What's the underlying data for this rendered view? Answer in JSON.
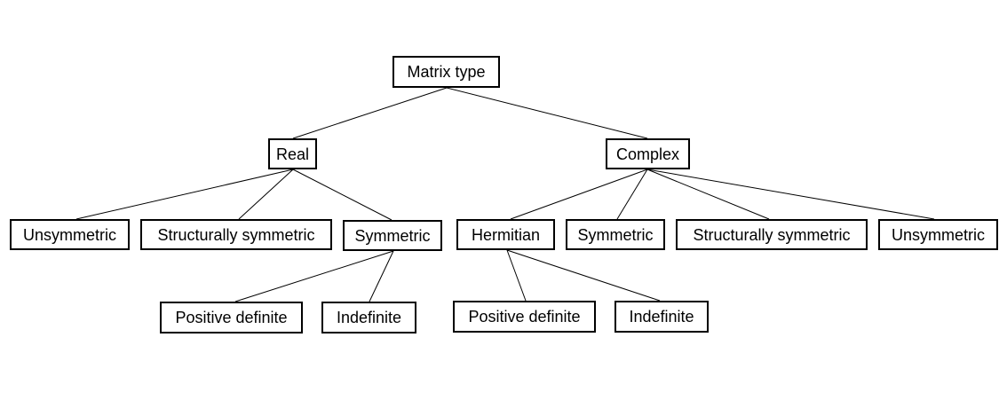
{
  "diagram": {
    "root": {
      "label": "Matrix type"
    },
    "real": {
      "label": "Real",
      "children": {
        "unsymmetric": "Unsymmetric",
        "structurally_symmetric": "Structurally symmetric",
        "symmetric": {
          "label": "Symmetric",
          "children": {
            "positive_definite": "Positive definite",
            "indefinite": "Indefinite"
          }
        }
      }
    },
    "complex": {
      "label": "Complex",
      "children": {
        "hermitian": {
          "label": "Hermitian",
          "children": {
            "positive_definite": "Positive definite",
            "indefinite": "Indefinite"
          }
        },
        "symmetric": "Symmetric",
        "structurally_symmetric": "Structurally symmetric",
        "unsymmetric": "Unsymmetric"
      }
    },
    "colors": {
      "line": "#000000",
      "border": "#000000",
      "background": "#ffffff"
    }
  }
}
